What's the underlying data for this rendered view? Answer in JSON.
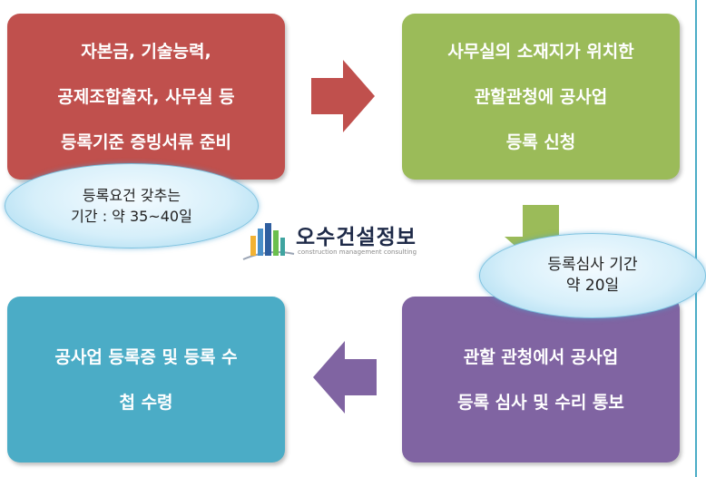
{
  "steps": [
    {
      "lines": [
        "자본금, 기술능력,",
        "공제조합출자, 사무실 등",
        "등록기준 증빙서류 준비"
      ],
      "color": "#c0504d"
    },
    {
      "lines": [
        "사무실의 소재지가 위치한",
        "관할관청에 공사업",
        "등록 신청"
      ],
      "color": "#9bbb59"
    },
    {
      "lines": [
        "관할 관청에서 공사업",
        "등록 심사 및 수리 통보"
      ],
      "color": "#8064a2"
    },
    {
      "lines": [
        "공사업 등록증 및 등록 수",
        "첩 수령"
      ],
      "color": "#4bacc6"
    }
  ],
  "callouts": [
    {
      "lines": [
        "등록요건 갖추는",
        "기간 : 약 35~40일"
      ]
    },
    {
      "lines": [
        "등록심사 기간",
        "약 20일"
      ]
    }
  ],
  "arrows": {
    "right": "#c0504d",
    "down": "#9bbb59",
    "left": "#8064a2"
  },
  "logo": {
    "title": "오수건설정보",
    "subtitle": "construction management consulting"
  }
}
